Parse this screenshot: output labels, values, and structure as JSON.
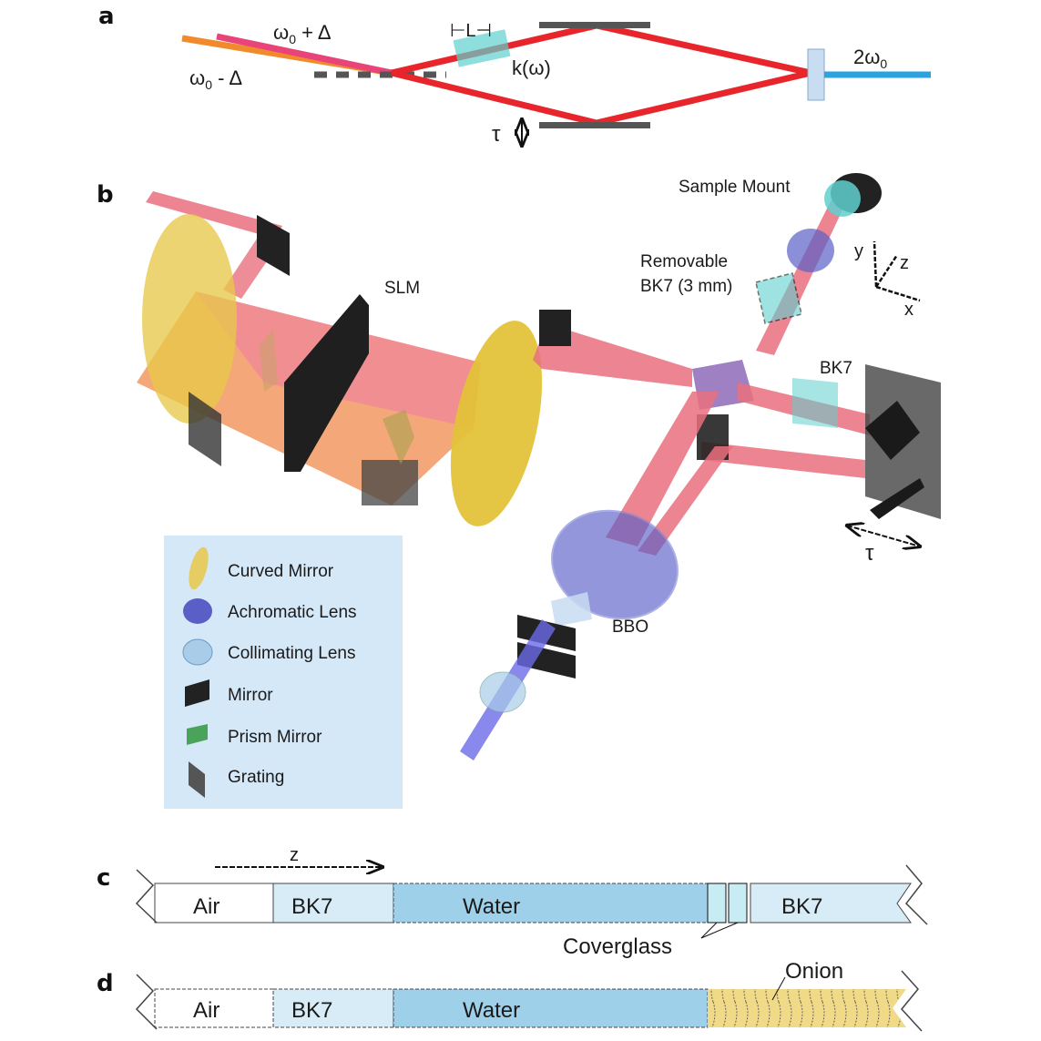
{
  "panels": {
    "a": {
      "label": "a",
      "beam_upper": "ω",
      "beam_upper_sub": "0",
      "beam_upper_suffix": " + Δ",
      "beam_lower": "ω",
      "beam_lower_sub": "0",
      "beam_lower_suffix": " - Δ",
      "length_marker": "⊢L⊣",
      "dispersion": "k(ω)",
      "delay": "τ",
      "output": "2ω",
      "output_sub": "0"
    },
    "b": {
      "label": "b",
      "labels": {
        "slm": "SLM",
        "sample_mount": "Sample Mount",
        "removable_line1": "Removable",
        "removable_line2": "BK7 (3 mm)",
        "bk7": "BK7",
        "bbo": "BBO",
        "delay": "τ",
        "axis_x": "x",
        "axis_y": "y",
        "axis_z": "z"
      },
      "legend": [
        {
          "label": "Curved Mirror",
          "icon": "curved-mirror-icon"
        },
        {
          "label": "Achromatic Lens",
          "icon": "achromatic-lens-icon"
        },
        {
          "label": "Collimating Lens",
          "icon": "collimating-lens-icon"
        },
        {
          "label": "Mirror",
          "icon": "mirror-icon"
        },
        {
          "label": "Prism Mirror",
          "icon": "prism-mirror-icon"
        },
        {
          "label": "Grating",
          "icon": "grating-icon"
        }
      ]
    },
    "c": {
      "label": "c",
      "axis": "z",
      "layers": [
        "Air",
        "BK7",
        "Water",
        "BK7"
      ],
      "coverglass": "Coverglass"
    },
    "d": {
      "label": "d",
      "layers": [
        "Air",
        "BK7",
        "Water"
      ],
      "onion": "Onion"
    }
  },
  "colors": {
    "red_beam": "#e8252a",
    "pink_beam": "#e9447a",
    "orange_beam": "#f08a2c",
    "blue_beam": "#2aa3e0",
    "curved_mirror": "#e8c84a",
    "achromatic_lens": "#5a5fc8",
    "collimating_lens": "#a9cde8",
    "mirror": "#2a2a2a",
    "prism_mirror": "#4aa35a",
    "cyan_glass": "#5fd0d0",
    "legend_bg": "#d5e8f8",
    "water": "#9fd0ea",
    "bk7": "#d7ecf7",
    "onion": "#f0d987"
  }
}
